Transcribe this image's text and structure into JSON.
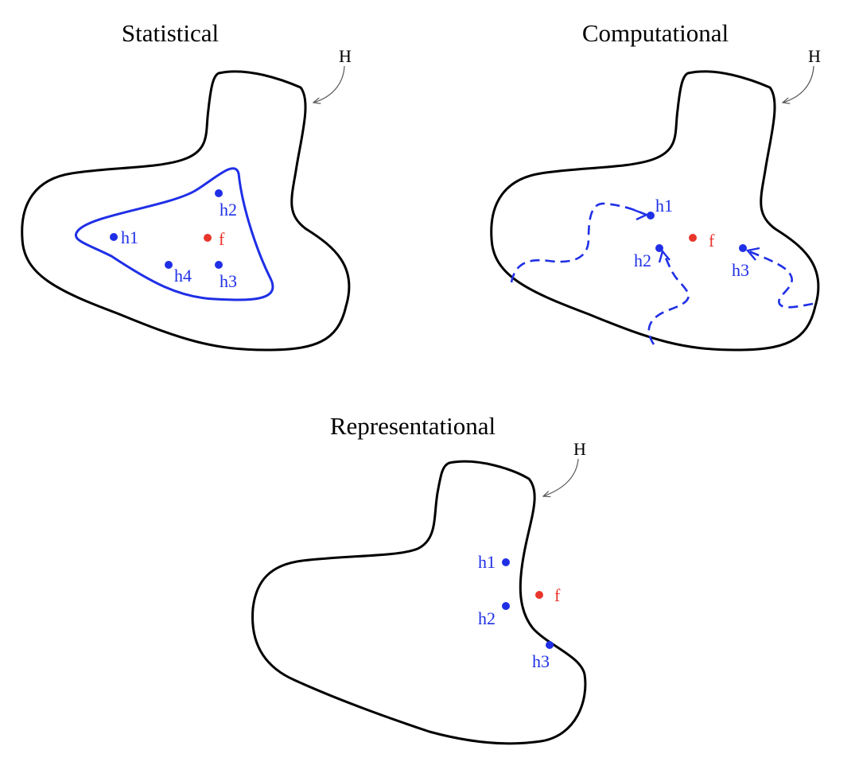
{
  "colors": {
    "outline": "#000000",
    "hypothesis": "#1f2fe6",
    "target": "#e8352b",
    "arrow": "#555555"
  },
  "panels": [
    {
      "id": "statistical",
      "title": "Statistical",
      "space_label": "H",
      "points": [
        {
          "label": "h1",
          "kind": "hypothesis"
        },
        {
          "label": "h2",
          "kind": "hypothesis"
        },
        {
          "label": "h3",
          "kind": "hypothesis"
        },
        {
          "label": "h4",
          "kind": "hypothesis"
        },
        {
          "label": "f",
          "kind": "target"
        }
      ]
    },
    {
      "id": "computational",
      "title": "Computational",
      "space_label": "H",
      "points": [
        {
          "label": "h1",
          "kind": "hypothesis"
        },
        {
          "label": "h2",
          "kind": "hypothesis"
        },
        {
          "label": "h3",
          "kind": "hypothesis"
        },
        {
          "label": "f",
          "kind": "target"
        }
      ]
    },
    {
      "id": "representational",
      "title": "Representational",
      "space_label": "H",
      "points": [
        {
          "label": "h1",
          "kind": "hypothesis"
        },
        {
          "label": "h2",
          "kind": "hypothesis"
        },
        {
          "label": "h3",
          "kind": "hypothesis"
        },
        {
          "label": "f",
          "kind": "target"
        }
      ]
    }
  ]
}
